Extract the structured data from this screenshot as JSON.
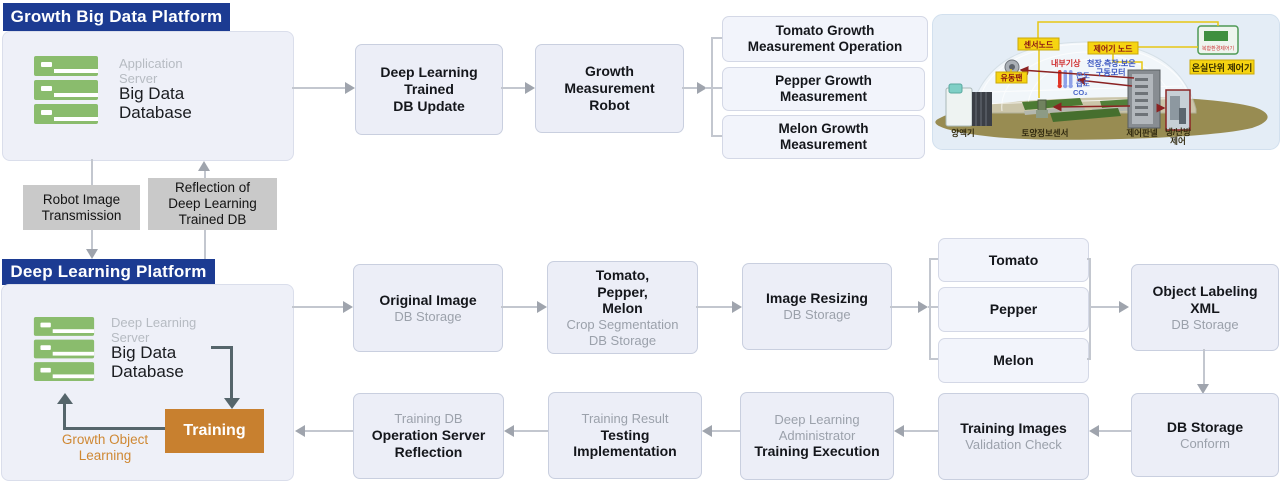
{
  "top_platform": {
    "header": "Growth Big Data Platform",
    "server_type": "Application\nServer",
    "server_name": "Big Data\nDatabase"
  },
  "top_flow": {
    "db_update": "Deep Learning\nTrained\nDB Update",
    "robot": "Growth\nMeasurement\nRobot",
    "outputs": [
      "Tomato Growth\nMeasurement Operation",
      "Pepper Growth\nMeasurement",
      "Melon Growth\nMeasurement"
    ]
  },
  "transfer": {
    "down": "Robot Image\nTransmission",
    "up": "Reflection of\nDeep Learning\nTrained DB"
  },
  "dl_platform": {
    "header": "Deep Learning Platform",
    "server_type": "Deep Learning\nServer",
    "server_name": "Big Data\nDatabase",
    "training": "Training",
    "loop_label": "Growth Object\nLearning"
  },
  "dl_flow": {
    "original_image": {
      "title": "Original Image",
      "subtitle": "DB Storage"
    },
    "crop_segmentation": {
      "title": "Tomato,\nPepper,\nMelon",
      "subtitle": "Crop Segmentation\nDB Storage"
    },
    "image_resizing": {
      "title": "Image Resizing",
      "subtitle": "DB Storage"
    },
    "crops": [
      "Tomato",
      "Pepper",
      "Melon"
    ],
    "object_labeling": {
      "title": "Object Labeling\nXML",
      "subtitle": "DB Storage"
    },
    "db_conform": {
      "title": "DB Storage",
      "subtitle": "Conform"
    },
    "validation": {
      "title": "Training Images",
      "subtitle": "Validation Check"
    },
    "training_execution": {
      "subtitle": "Deep Learning\nAdministrator",
      "title": "Training Execution"
    },
    "testing": {
      "subtitle": "Training Result",
      "title": "Testing\nImplementation"
    },
    "reflection": {
      "subtitle": "Training DB",
      "title": "Operation Server\nReflection"
    }
  },
  "greenhouse": {
    "tags": {
      "sensor_node": "센서노드",
      "controller_node": "제어기 노드",
      "flow_fan": "유동팬",
      "unit_controller": "온실단위 제어기",
      "device": "복합환경제어기"
    },
    "annotations": {
      "indoor_weather": "내부기상",
      "motor_line1": "천장.측장.보온",
      "motor_line2": "구동모터",
      "temperature": "온도",
      "humidity": "습도",
      "co2": "CO₂"
    },
    "ground_labels": {
      "nutrient_machine": "양액기",
      "soil_sensor": "토양정보센서",
      "control_panel": "제어판넬",
      "hvac_line1": "냉/난방",
      "hvac_line2": "제어"
    }
  },
  "colors": {
    "header_blue": "#1c3b92",
    "platform_fill": "#eef0f8",
    "box_fill": "#eceef7",
    "box_border": "#c9cfdf",
    "light_box_fill": "#f2f4fb",
    "gray_label": "#c9c9c9",
    "server_green": "#8abc6d",
    "training_orange": "#c8802f",
    "loop_label_orange": "#cf8833",
    "arrow_gray": "#9fa4ad",
    "slate_arrow": "#55656b"
  }
}
